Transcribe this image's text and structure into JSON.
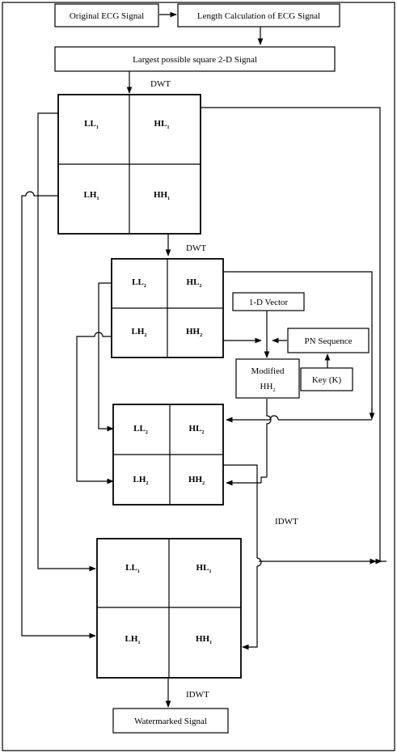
{
  "boxes": {
    "original_ecg": "Original ECG Signal",
    "length_calc": "Length Calculation of ECG Signal",
    "largest_square": "Largest possible square 2-D Signal",
    "vector_1d": "1-D Vector",
    "pn_sequence": "PN Sequence",
    "modified_line1": "Modified",
    "modified_line2": "HH",
    "modified_line2_sub": "2",
    "key": "Key (K)",
    "watermarked": "Watermarked Signal"
  },
  "labels": {
    "dwt1": "DWT",
    "dwt2": "DWT",
    "idwt1": "IDWT",
    "idwt2": "IDWT"
  },
  "level1": {
    "ll": "LL",
    "hl": "HL",
    "lh": "LH",
    "hh": "HH",
    "sub": "1"
  },
  "level2": {
    "ll": "LL",
    "hl": "HL",
    "lh": "LH",
    "hh": "HH",
    "sub": "2"
  }
}
